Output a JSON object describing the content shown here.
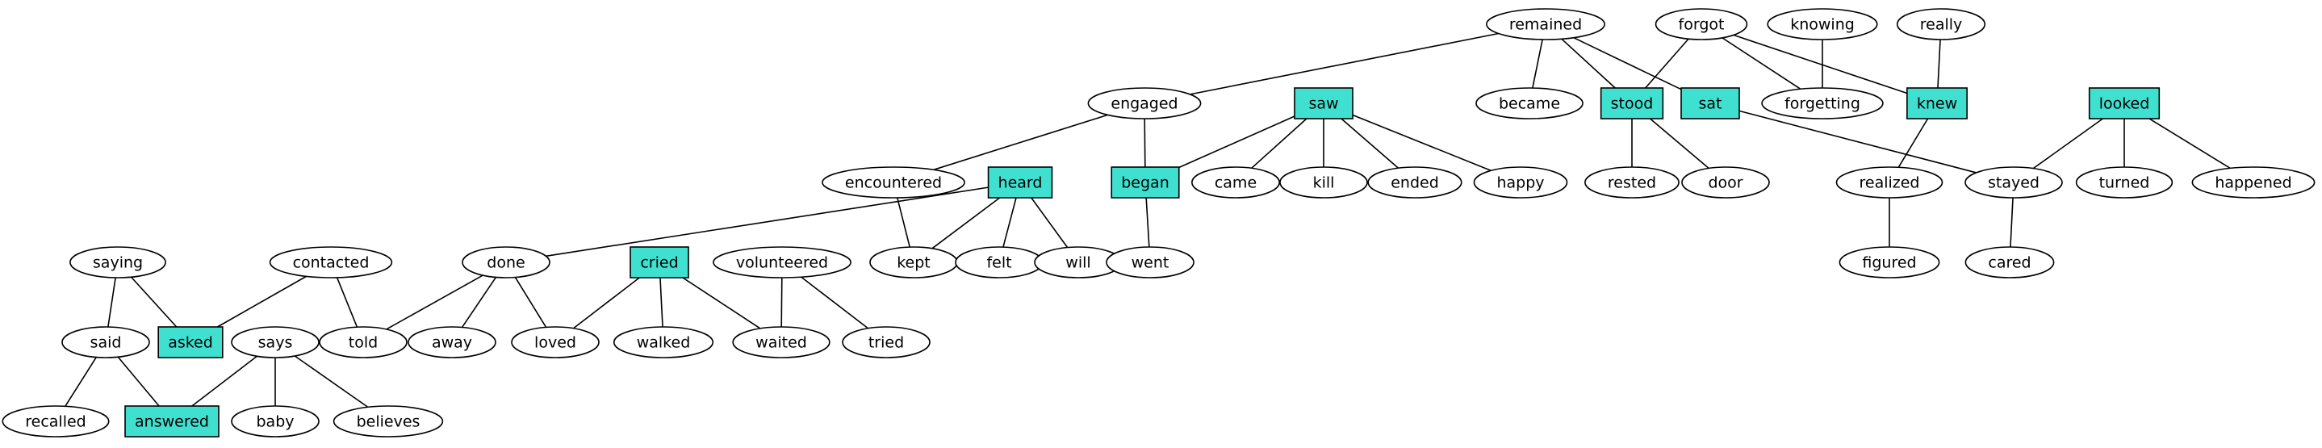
{
  "colors": {
    "highlight": "#40E0D0",
    "line": "#000000",
    "background": "#FFFFFF"
  },
  "nodes": [
    {
      "id": "remained",
      "label": "remained",
      "shape": "ellipse"
    },
    {
      "id": "forgot",
      "label": "forgot",
      "shape": "ellipse"
    },
    {
      "id": "knowing",
      "label": "knowing",
      "shape": "ellipse"
    },
    {
      "id": "really",
      "label": "really",
      "shape": "ellipse"
    },
    {
      "id": "engaged",
      "label": "engaged",
      "shape": "ellipse"
    },
    {
      "id": "saw",
      "label": "saw",
      "shape": "box"
    },
    {
      "id": "became",
      "label": "became",
      "shape": "ellipse"
    },
    {
      "id": "stood",
      "label": "stood",
      "shape": "box"
    },
    {
      "id": "sat",
      "label": "sat",
      "shape": "box"
    },
    {
      "id": "forgetting",
      "label": "forgetting",
      "shape": "ellipse"
    },
    {
      "id": "knew",
      "label": "knew",
      "shape": "box"
    },
    {
      "id": "looked",
      "label": "looked",
      "shape": "box"
    },
    {
      "id": "encountered",
      "label": "encountered",
      "shape": "ellipse"
    },
    {
      "id": "heard",
      "label": "heard",
      "shape": "box"
    },
    {
      "id": "began",
      "label": "began",
      "shape": "box"
    },
    {
      "id": "came",
      "label": "came",
      "shape": "ellipse"
    },
    {
      "id": "kill",
      "label": "kill",
      "shape": "ellipse"
    },
    {
      "id": "ended",
      "label": "ended",
      "shape": "ellipse"
    },
    {
      "id": "happy",
      "label": "happy",
      "shape": "ellipse"
    },
    {
      "id": "rested",
      "label": "rested",
      "shape": "ellipse"
    },
    {
      "id": "door",
      "label": "door",
      "shape": "ellipse"
    },
    {
      "id": "realized",
      "label": "realized",
      "shape": "ellipse"
    },
    {
      "id": "stayed",
      "label": "stayed",
      "shape": "ellipse"
    },
    {
      "id": "turned",
      "label": "turned",
      "shape": "ellipse"
    },
    {
      "id": "happened",
      "label": "happened",
      "shape": "ellipse"
    },
    {
      "id": "saying",
      "label": "saying",
      "shape": "ellipse"
    },
    {
      "id": "contacted",
      "label": "contacted",
      "shape": "ellipse"
    },
    {
      "id": "done",
      "label": "done",
      "shape": "ellipse"
    },
    {
      "id": "cried",
      "label": "cried",
      "shape": "box"
    },
    {
      "id": "volunteered",
      "label": "volunteered",
      "shape": "ellipse"
    },
    {
      "id": "kept",
      "label": "kept",
      "shape": "ellipse"
    },
    {
      "id": "felt",
      "label": "felt",
      "shape": "ellipse"
    },
    {
      "id": "will",
      "label": "will",
      "shape": "ellipse"
    },
    {
      "id": "went",
      "label": "went",
      "shape": "ellipse"
    },
    {
      "id": "figured",
      "label": "figured",
      "shape": "ellipse"
    },
    {
      "id": "cared",
      "label": "cared",
      "shape": "ellipse"
    },
    {
      "id": "said",
      "label": "said",
      "shape": "ellipse"
    },
    {
      "id": "asked",
      "label": "asked",
      "shape": "box"
    },
    {
      "id": "says",
      "label": "says",
      "shape": "ellipse"
    },
    {
      "id": "told",
      "label": "told",
      "shape": "ellipse"
    },
    {
      "id": "away",
      "label": "away",
      "shape": "ellipse"
    },
    {
      "id": "loved",
      "label": "loved",
      "shape": "ellipse"
    },
    {
      "id": "walked",
      "label": "walked",
      "shape": "ellipse"
    },
    {
      "id": "waited",
      "label": "waited",
      "shape": "ellipse"
    },
    {
      "id": "tried",
      "label": "tried",
      "shape": "ellipse"
    },
    {
      "id": "recalled",
      "label": "recalled",
      "shape": "ellipse"
    },
    {
      "id": "answered",
      "label": "answered",
      "shape": "box"
    },
    {
      "id": "baby",
      "label": "baby",
      "shape": "ellipse"
    },
    {
      "id": "believes",
      "label": "believes",
      "shape": "ellipse"
    }
  ],
  "edges": [
    [
      "remained",
      "engaged"
    ],
    [
      "remained",
      "became"
    ],
    [
      "remained",
      "stood"
    ],
    [
      "remained",
      "sat"
    ],
    [
      "forgot",
      "stood"
    ],
    [
      "forgot",
      "forgetting"
    ],
    [
      "forgot",
      "knew"
    ],
    [
      "knowing",
      "forgetting"
    ],
    [
      "really",
      "knew"
    ],
    [
      "engaged",
      "encountered"
    ],
    [
      "engaged",
      "began"
    ],
    [
      "saw",
      "began"
    ],
    [
      "saw",
      "came"
    ],
    [
      "saw",
      "kill"
    ],
    [
      "saw",
      "ended"
    ],
    [
      "saw",
      "happy"
    ],
    [
      "stood",
      "rested"
    ],
    [
      "stood",
      "door"
    ],
    [
      "sat",
      "stayed"
    ],
    [
      "knew",
      "realized"
    ],
    [
      "looked",
      "stayed"
    ],
    [
      "looked",
      "turned"
    ],
    [
      "looked",
      "happened"
    ],
    [
      "encountered",
      "kept"
    ],
    [
      "heard",
      "done"
    ],
    [
      "heard",
      "kept"
    ],
    [
      "heard",
      "felt"
    ],
    [
      "heard",
      "will"
    ],
    [
      "began",
      "went"
    ],
    [
      "realized",
      "figured"
    ],
    [
      "stayed",
      "cared"
    ],
    [
      "saying",
      "said"
    ],
    [
      "saying",
      "asked"
    ],
    [
      "contacted",
      "asked"
    ],
    [
      "contacted",
      "told"
    ],
    [
      "done",
      "told"
    ],
    [
      "done",
      "away"
    ],
    [
      "done",
      "loved"
    ],
    [
      "cried",
      "loved"
    ],
    [
      "cried",
      "walked"
    ],
    [
      "cried",
      "waited"
    ],
    [
      "volunteered",
      "waited"
    ],
    [
      "volunteered",
      "tried"
    ],
    [
      "said",
      "recalled"
    ],
    [
      "said",
      "answered"
    ],
    [
      "says",
      "answered"
    ],
    [
      "says",
      "baby"
    ],
    [
      "says",
      "believes"
    ]
  ]
}
